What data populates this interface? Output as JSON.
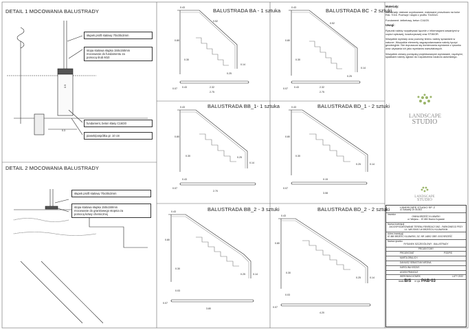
{
  "detail1": {
    "title": "DETAIL 1 MOCOWANIA BALUSTRADY",
    "callouts": [
      "słupek profil stalowy 70x30x3mm",
      "stopa stalowa słupka 150x150mm\nmocowanie do fundamentu za\npomocą śrub M10",
      "fundament, beton klasy C16/20",
      "piasek/pospółka gr. 10 cm"
    ],
    "dims": [
      "0.9",
      "0.3"
    ]
  },
  "detail2": {
    "title": "DETAIL 2 MOCOWANIA BALUSTRADY",
    "callouts": [
      "słupek profil stalowy 70x30x3mm",
      "stopa stalowa słupka 150x150mm\nmocowanie do granitowego stopnia za\npomocą kotwy chemicznej"
    ]
  },
  "panels": [
    {
      "id": "ba",
      "title": "BALUSTRADA BA - 1 sztuka",
      "dims": [
        "0.43",
        "2.32",
        "2.75",
        "0.43",
        "0.07",
        "0.80",
        "0.30",
        "0.25",
        "0.14",
        "0.52"
      ]
    },
    {
      "id": "bc",
      "title": "BALUSTRADA BC - 2 sztuki",
      "dims": [
        "0.43",
        "2.32",
        "2.75",
        "0.43",
        "0.07",
        "0.80",
        "0.30",
        "0.25",
        "0.14",
        "0.52"
      ]
    },
    {
      "id": "bb1",
      "title": "BALUSTRADA BB_1- 1 sztuka",
      "dims": [
        "0.43",
        "2.70",
        "0.43",
        "0.07",
        "0.80",
        "0.30",
        "0.25",
        "0.14"
      ]
    },
    {
      "id": "bd1",
      "title": "BALUSTRADA BD_1 - 2 sztuki",
      "dims": [
        "0.43",
        "3.08",
        "0.15",
        "0.07",
        "0.80",
        "0.30",
        "0.25",
        "0.14"
      ]
    },
    {
      "id": "bb2",
      "title": "BALUSTRADA BB_2 - 3 sztuki",
      "dims": [
        "0.43",
        "3.80",
        "0.03",
        "0.07",
        "0.80",
        "0.30",
        "0.25",
        "0.14"
      ]
    },
    {
      "id": "bd2",
      "title": "BALUSTRADA BD_2 - 2 sztuki",
      "dims": [
        "0.43",
        "4.20",
        "0.03",
        "0.07",
        "0.80",
        "0.30",
        "0.25",
        "0.14"
      ]
    }
  ],
  "materials": {
    "heading": "Materiały:",
    "lines": [
      "Balustrady: stalowe ocynkowane, malowane proszkowo na kolor RAL 7016. Pochwyt i słupki z profilu 70x30x3.",
      "Fundament: żelbetowy, beton C16/20."
    ],
    "notes_heading": "Uwagi:",
    "notes": [
      "Rysunki należy rozpatrywać łącznie z informacjami zawartymi w części opisowej, kosztorysowej oraz STWiOR.",
      "Wszystkie wymiary oraz poziomy terenu należy sprawdzić w naturze. Wszystkie elementy zagospodarowania należy tyczyć geodezyjnie. Nie dopuszcza się domierzania wymiarów z rysunku oraz używania ich jako wymiarów warsztatowych.",
      "Wszystkie zmiany pomiędzy projektowanymi wymiarami, rzędnymi, spadkami należy zgłosić do rozpatrzenia nadzoru autorskiego."
    ]
  },
  "logo": {
    "line1": "LANDSCAPE",
    "line2": "STUDIO"
  },
  "title_block": {
    "company": "LANDSCAPE STUDIO SP. Z",
    "address": "ul. Kaszarty 19 05-503",
    "investor_label": "Inwestor",
    "investor": "GMINA BRZEŚĆ KUJAWSKI",
    "investor_addr": "ul. Wiejska ... 87-880 Brześć Kujawski",
    "object_label": "Nazwa inwestycji",
    "object": "ZAGOSPODAROWANIE TERENU REKREACYJNO - PARKOWEGO PRZY UL. WIEJSKIEJ W BRZEŚCIU KUJAWSKIM",
    "address_label": "Adres inwestycji",
    "address_val": "87-880 BRZEŚĆ KUJAWSKI, DZ. NR 1469/2 OBR. 0002 BRZEŚĆ",
    "drawing_label": "Nazwa rysunku",
    "drawing": "RYSUNEK SZCZEGÓŁOWY - BALUSTRADY",
    "stage": "PROJEKTOWY",
    "role": "PROJEKTANT",
    "sign": "PODPIS",
    "people": [
      "MARTA DRALICH",
      "DANIUSZ SEBASTIAN WEDNA",
      "KAROLINA KISZUS",
      "AGATA FRANCUZ",
      "WERONIKA KOWEK"
    ],
    "date": "LUTY 2022",
    "scale_label": "skala",
    "scale": "B/S",
    "sheet_label": "nr rys.",
    "sheet": "PAB-03"
  }
}
